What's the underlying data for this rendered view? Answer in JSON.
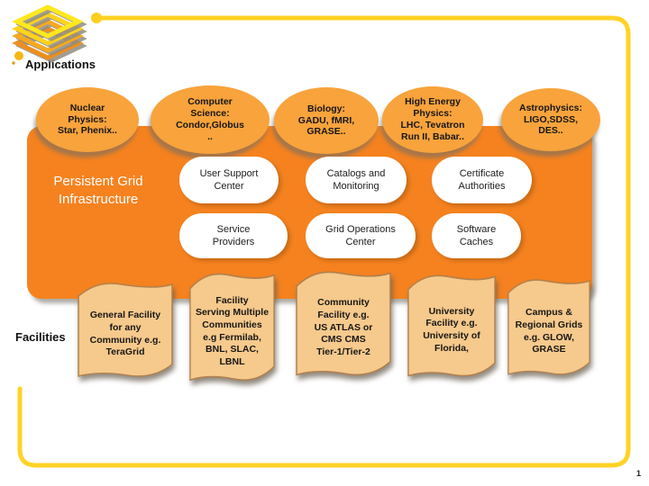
{
  "page": {
    "number": "1"
  },
  "labels": {
    "applications": "Applications",
    "facilities": "Facilities"
  },
  "infrastructure_title": "Persistent Grid\nInfrastructure",
  "applications": [
    {
      "label": "Nuclear\nPhysics:\nStar, Phenix.."
    },
    {
      "label": "Computer\nScience:\nCondor,Globus\n.."
    },
    {
      "label": "Biology:\nGADU, fMRI,\nGRASE.."
    },
    {
      "label": "High Energy\nPhysics:\nLHC, Tevatron\nRun II, Babar.."
    },
    {
      "label": "Astrophysics:\nLIGO,SDSS,\nDES.."
    }
  ],
  "services": [
    {
      "label": "User Support\nCenter"
    },
    {
      "label": "Catalogs and\nMonitoring"
    },
    {
      "label": "Certificate\nAuthorities"
    },
    {
      "label": "Service\nProviders"
    },
    {
      "label": "Grid Operations\nCenter"
    },
    {
      "label": "Software\nCaches"
    }
  ],
  "facilities": [
    {
      "label": "General Facility\nfor any\nCommunity  e.g.\nTeraGrid"
    },
    {
      "label": "Facility\nServing Multiple\nCommunities\ne.g  Fermilab,\nBNL, SLAC,\nLBNL"
    },
    {
      "label": "Community\nFacility e.g.\nUS ATLAS or\nCMS CMS\nTier-1/Tier-2"
    },
    {
      "label": "University\nFacility e.g.\nUniversity of\nFlorida,"
    },
    {
      "label": "Campus &\nRegional Grids\ne.g. GLOW,\nGRASE"
    }
  ],
  "colors": {
    "accent_orange": "#F5821F",
    "ellipse_orange": "#F8A33C",
    "facility_tan": "#F6C98C",
    "facility_border": "#B08050",
    "frame_yellow": "#FFD224",
    "pill_white": "#FFFFFF"
  }
}
